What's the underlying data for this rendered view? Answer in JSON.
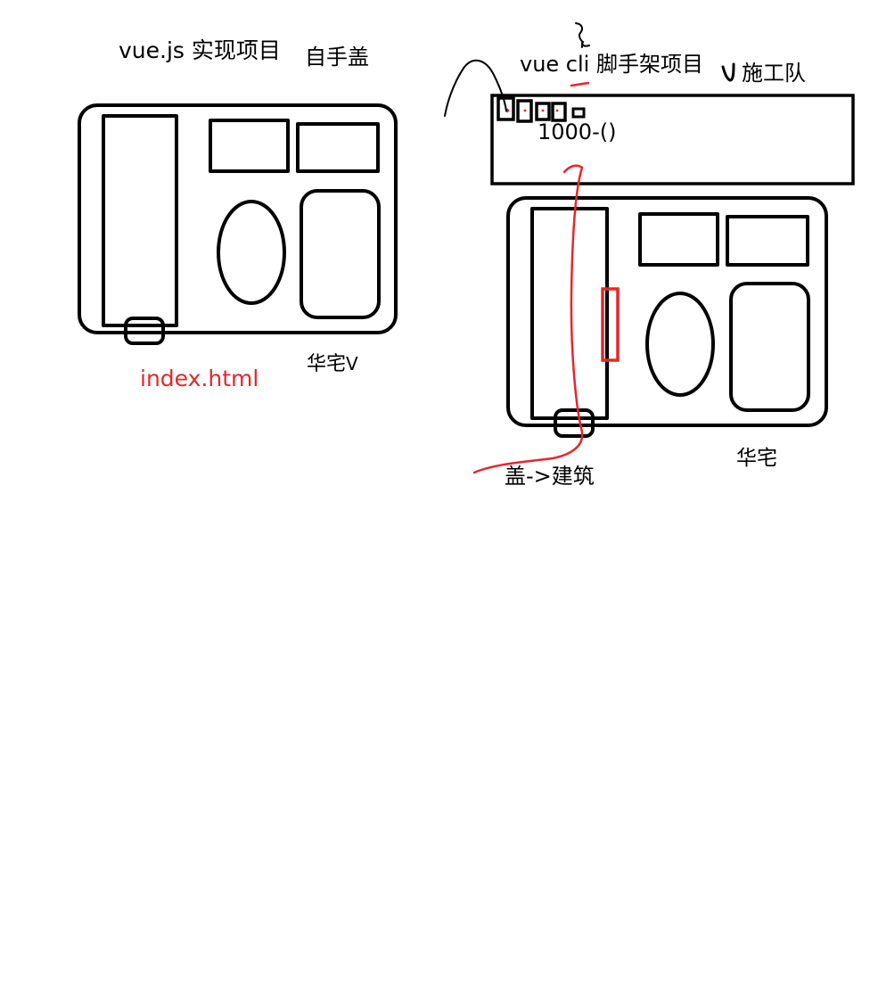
{
  "left_scene": {
    "title": "vue.js 实现项目",
    "method": "自手盖",
    "house_label": "华宅",
    "check_mark": "V",
    "entry_label": "index.html"
  },
  "right_scene": {
    "title": "vue cli 脚手架项目",
    "team": "施工队",
    "scaffold_text": "1000-()",
    "house_label": "华宅",
    "build_label": "盖->建筑"
  },
  "colors": {
    "ink": "#000000",
    "accent": "#e8262a",
    "background": "#ffffff"
  }
}
